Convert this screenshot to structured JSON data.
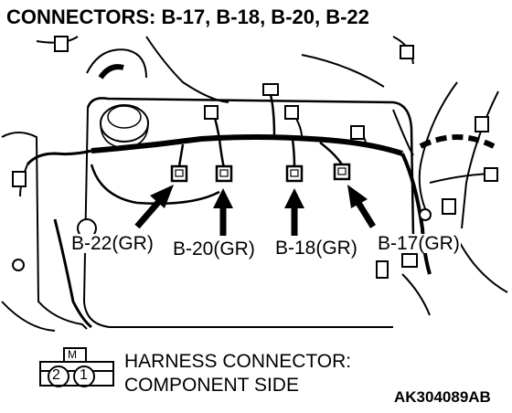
{
  "title": "CONNECTORS: B-17, B-18, B-20, B-22",
  "connectors": [
    {
      "id": "b22",
      "label": "B-22(GR)"
    },
    {
      "id": "b20",
      "label": "B-20(GR)"
    },
    {
      "id": "b18",
      "label": "B-18(GR)"
    },
    {
      "id": "b17",
      "label": "B-17(GR)"
    }
  ],
  "legend": {
    "line1": "HARNESS CONNECTOR:",
    "line2": "COMPONENT SIDE",
    "pin_left": "2",
    "pin_right": "1",
    "key_mark": "M"
  },
  "reference_code": "AK304089AB",
  "colors": {
    "ink": "#000000",
    "paper": "#ffffff"
  }
}
